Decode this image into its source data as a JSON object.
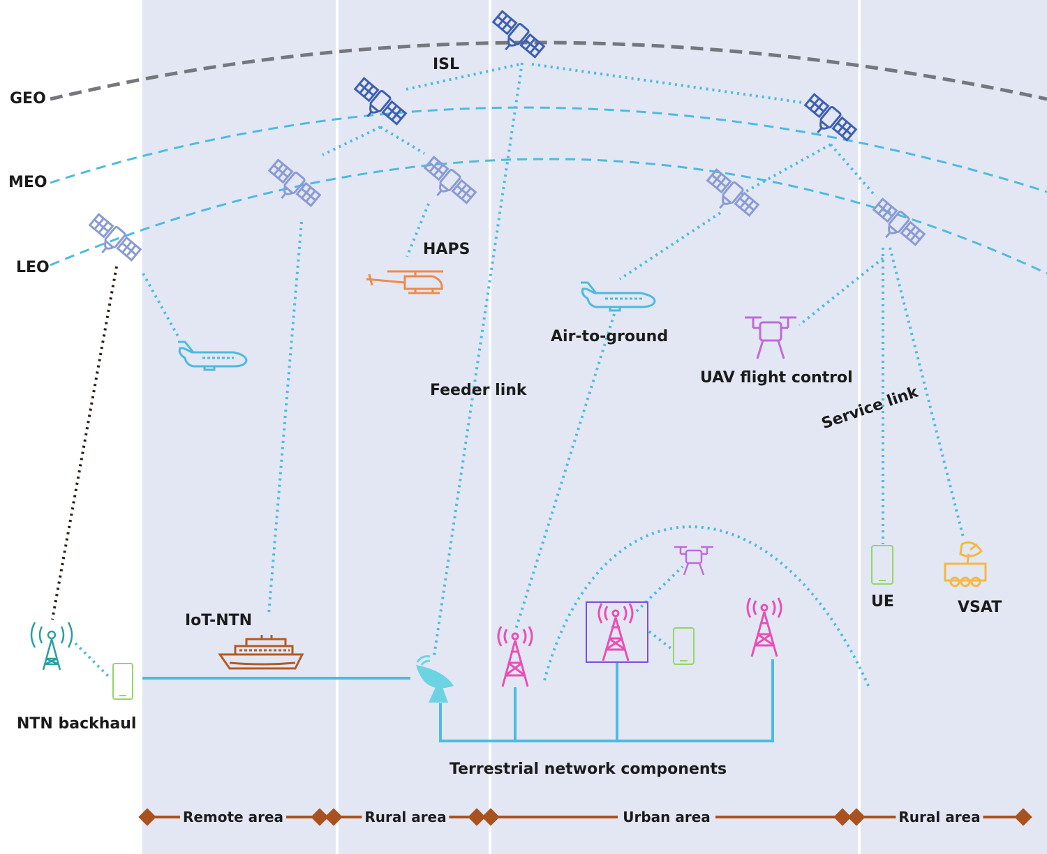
{
  "orbits": {
    "geo": "GEO",
    "meo": "MEO",
    "leo": "LEO"
  },
  "links": {
    "isl": "ISL",
    "haps": "HAPS",
    "feeder": "Feeder link",
    "air_to_ground": "Air-to-ground",
    "uav_control": "UAV flight control",
    "service": "Service link",
    "iot_ntn": "IoT-NTN",
    "ntn_backhaul": "NTN backhaul",
    "ue": "UE",
    "vsat": "VSAT",
    "terrestrial": "Terrestrial network components"
  },
  "areas": [
    "Remote area",
    "Rural area",
    "Urban area",
    "Rural area"
  ],
  "colors": {
    "band": "#e2e7f3",
    "link": "#4dbbe0",
    "geo_orbit": "#75777d",
    "satellite_dark": "#3e5fb0",
    "satellite_light": "#8a9ad4",
    "aircraft": "#4db9de",
    "haps": "#ee8a4a",
    "uav": "#c06bd8",
    "tower": "#e84fb6",
    "phone": "#93d66a",
    "ship": "#b35a25",
    "vsat": "#f4b942",
    "area_bar": "#a9511f",
    "backhaul_link": "#2a1e17",
    "backhaul_tower": "#2a9fa0",
    "dish": "#6cd3e2",
    "frame": "#7a4ce0"
  }
}
